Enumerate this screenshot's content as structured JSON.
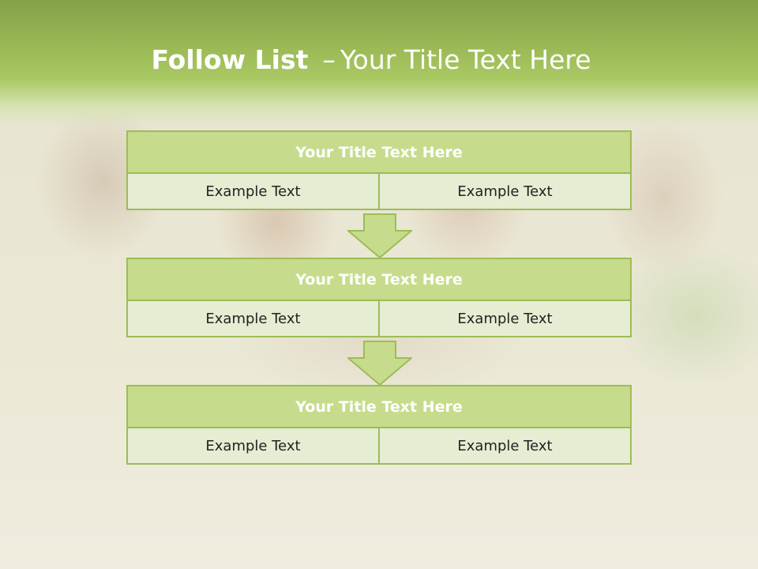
{
  "slide": {
    "title_bold": "Follow List",
    "title_sep": "–",
    "title_rest": "Your Title Text Here"
  },
  "steps": [
    {
      "title": "Your Title Text Here",
      "left": "Example Text",
      "right": "Example Text"
    },
    {
      "title": "Your Title Text Here",
      "left": "Example Text",
      "right": "Example Text"
    },
    {
      "title": "Your Title Text Here",
      "left": "Example Text",
      "right": "Example Text"
    }
  ],
  "colors": {
    "banner": "#9cbb57",
    "header_fill": "#c6dc8c",
    "cell_fill": "#e5edd2",
    "border": "#9cbd55",
    "arrow": "#c6dc8c"
  },
  "icons": {
    "connector": "down-arrow-icon"
  }
}
